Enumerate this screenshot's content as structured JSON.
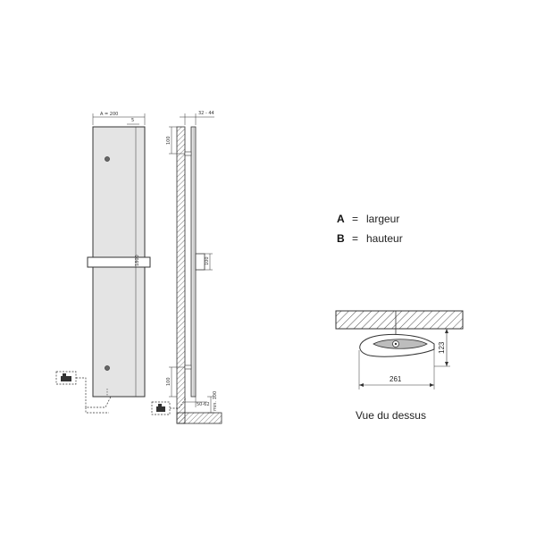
{
  "front_view": {
    "width_label": "A = 200",
    "top_gap_label": "5",
    "height_label": "1800"
  },
  "side_view": {
    "depth_label": "32 - 44",
    "top_bracket_label": "100",
    "mid_clip_label": "100",
    "bottom_bracket_label": "100",
    "bottom_offset_label": "50-62",
    "floor_label": "min. 100"
  },
  "legend": {
    "a": {
      "key": "A",
      "eq": "=",
      "value": "largeur"
    },
    "b": {
      "key": "B",
      "eq": "=",
      "value": "hauteur"
    }
  },
  "top_view": {
    "depth_label": "123",
    "width_label": "261",
    "caption": "Vue du dessus"
  },
  "colors": {
    "panel_fill": "#e4e4e4",
    "stroke": "#333333",
    "hatch": "#555555"
  }
}
